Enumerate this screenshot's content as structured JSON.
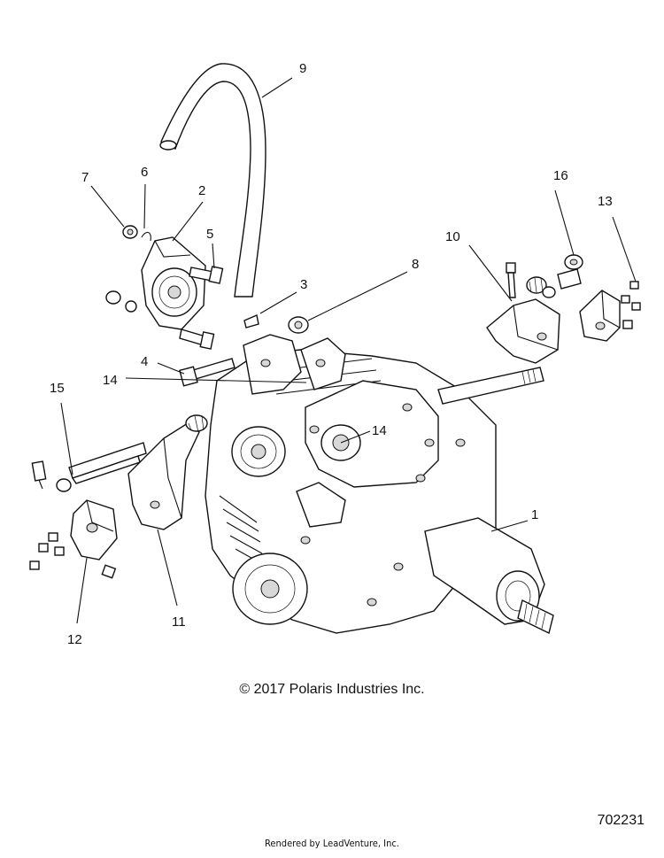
{
  "diagram": {
    "callouts": [
      {
        "id": "c1",
        "text": "1"
      },
      {
        "id": "c2",
        "text": "2"
      },
      {
        "id": "c3",
        "text": "3"
      },
      {
        "id": "c4",
        "text": "4"
      },
      {
        "id": "c5",
        "text": "5"
      },
      {
        "id": "c6",
        "text": "6"
      },
      {
        "id": "c7",
        "text": "7"
      },
      {
        "id": "c8",
        "text": "8"
      },
      {
        "id": "c9",
        "text": "9"
      },
      {
        "id": "c10",
        "text": "10"
      },
      {
        "id": "c11",
        "text": "11"
      },
      {
        "id": "c12",
        "text": "12"
      },
      {
        "id": "c13",
        "text": "13"
      },
      {
        "id": "c14a",
        "text": "14"
      },
      {
        "id": "c14b",
        "text": "14"
      },
      {
        "id": "c15",
        "text": "15"
      },
      {
        "id": "c16",
        "text": "16"
      }
    ],
    "copyright": "© 2017 Polaris Industries Inc.",
    "figure_number": "702231",
    "rendered_by": "Rendered by LeadVenture, Inc."
  }
}
